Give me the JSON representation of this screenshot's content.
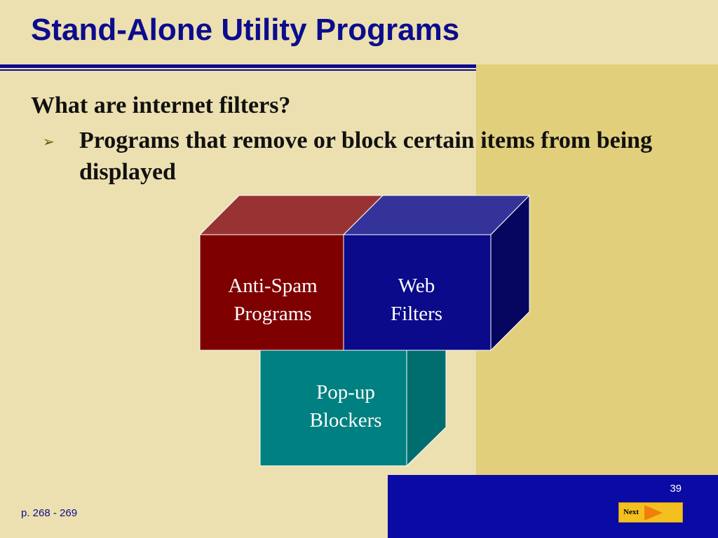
{
  "slide": {
    "title": "Stand-Alone Utility Programs",
    "question": "What are internet filters?",
    "bullet": "Programs that remove or block certain items from being displayed",
    "page_ref": "p. 268 - 269",
    "slide_number": "39",
    "next_label": "Next"
  },
  "diagram": {
    "boxes": [
      {
        "label_line1": "Anti-Spam",
        "label_line2": "Programs",
        "color": "#7f0000"
      },
      {
        "label_line1": "Web",
        "label_line2": "Filters",
        "color": "#0a0a8a"
      },
      {
        "label_line1": "Pop-up",
        "label_line2": "Blockers",
        "color": "#008080"
      }
    ]
  },
  "colors": {
    "background": "#ece0b0",
    "accent_panel": "#e2cf7c",
    "title": "#0c0c8e",
    "footer_bar": "#0a0aa5",
    "next_button": "#f4c020"
  },
  "icons": {
    "bullet": "arrow-bullet-icon",
    "next": "play-arrow-icon"
  }
}
